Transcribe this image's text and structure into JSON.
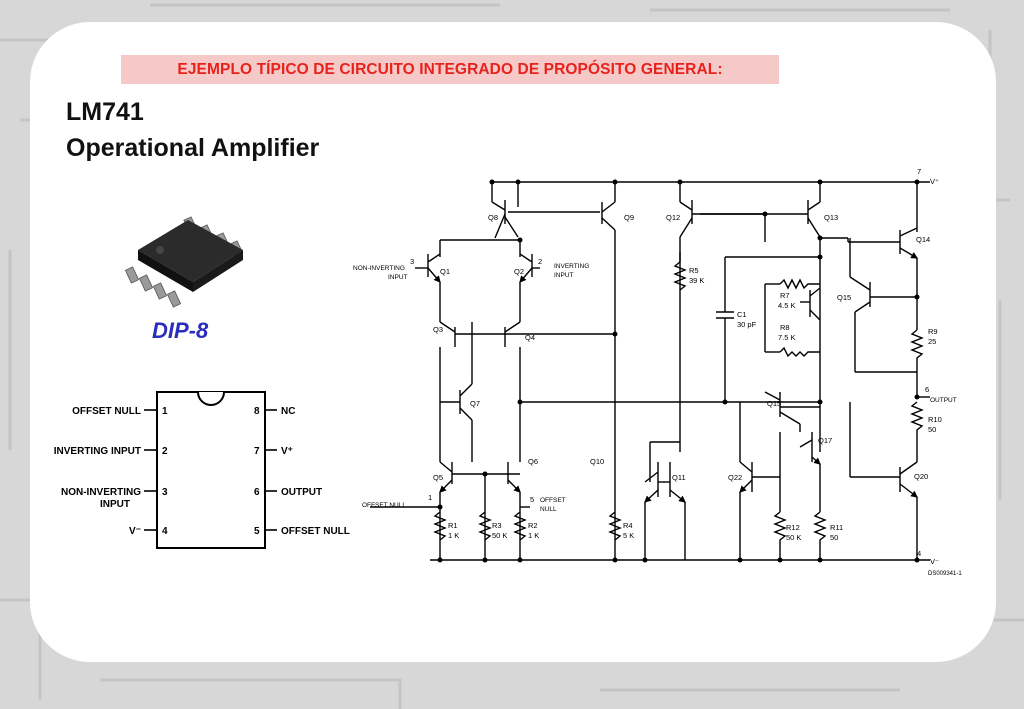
{
  "banner": "EJEMPLO TÍPICO DE CIRCUITO INTEGRADO DE PROPÓSITO GENERAL:",
  "title": {
    "line1": "LM741",
    "line2": "Operational Amplifier"
  },
  "package_label": "DIP-8",
  "pinout": {
    "left": [
      {
        "num": "1",
        "label": "OFFSET NULL"
      },
      {
        "num": "2",
        "label": "INVERTING INPUT"
      },
      {
        "num": "3",
        "label": "NON-INVERTING",
        "label2": "INPUT"
      },
      {
        "num": "4",
        "label": "V⁻"
      }
    ],
    "right": [
      {
        "num": "8",
        "label": "NC"
      },
      {
        "num": "7",
        "label": "V⁺"
      },
      {
        "num": "6",
        "label": "OUTPUT"
      },
      {
        "num": "5",
        "label": "OFFSET NULL"
      }
    ]
  },
  "schematic": {
    "labels": {
      "v_plus_num": "7",
      "v_plus": "V⁺",
      "v_minus_num": "4",
      "v_minus": "V⁻",
      "q1": "Q1",
      "q2": "Q2",
      "q3": "Q3",
      "q4": "Q4",
      "q5": "Q5",
      "q6": "Q6",
      "q7": "Q7",
      "q8": "Q8",
      "q9": "Q9",
      "q10": "Q10",
      "q11": "Q11",
      "q12": "Q12",
      "q13": "Q13",
      "q14": "Q14",
      "q15a": "Q15",
      "q15b": "Q15",
      "q17": "Q17",
      "q20": "Q20",
      "q22": "Q22",
      "noninv_num": "3",
      "noninv1": "NON-INVERTING",
      "noninv2": "INPUT",
      "inv_num": "2",
      "inv1": "INVERTING",
      "inv2": "INPUT",
      "offset_null_l_num": "1",
      "offset_null_l": "OFFSET NULL",
      "offset_null_r_num": "5",
      "offset_null_r1": "OFFSET",
      "offset_null_r2": "NULL",
      "output_num": "6",
      "output": "OUTPUT",
      "r1": "R1",
      "r1v": "1 K",
      "r2": "R2",
      "r2v": "1 K",
      "r3": "R3",
      "r3v": "50 K",
      "r4": "R4",
      "r4v": "5 K",
      "r5": "R5",
      "r5v": "39 K",
      "r7": "R7",
      "r7v": "4.5 K",
      "r8": "R8",
      "r8v": "7.5 K",
      "r9": "R9",
      "r9v": "25",
      "r10": "R10",
      "r10v": "50",
      "r11": "R11",
      "r11v": "50",
      "r12": "R12",
      "r12v": "50 K",
      "c1": "C1",
      "c1v": "30 pF",
      "doc_id": "DS009341-1"
    }
  },
  "colors": {
    "banner_text": "#e8211b",
    "banner_bg": "#f6c9c9",
    "package_label": "#2a2dbd"
  }
}
